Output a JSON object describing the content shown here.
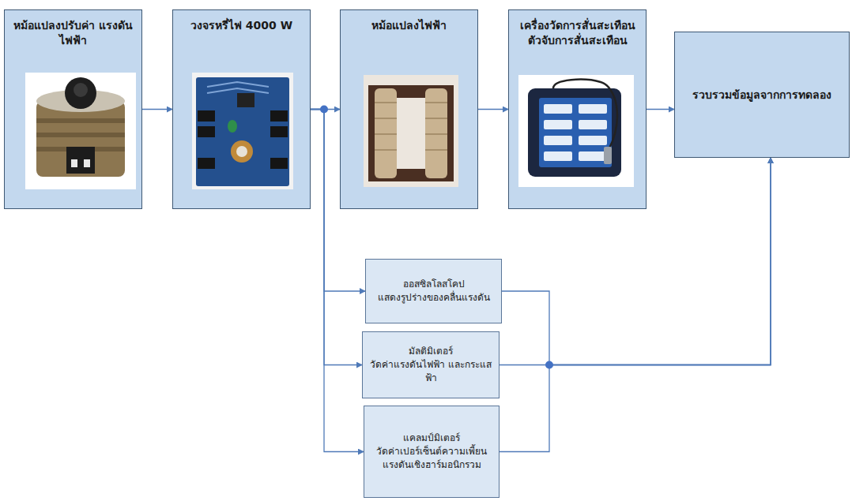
{
  "diagram": {
    "nodes": [
      {
        "text": [
          "หม้อแปลงปรับค่า แรงดันไฟฟ้า"
        ]
      },
      {
        "text": [
          "วงจรหรี่ไฟ 4000 W"
        ]
      },
      {
        "text": [
          "หม้อแปลงไฟฟ้า"
        ]
      },
      {
        "text": [
          "เครื่องวัดการสั่นสะเทือน",
          "ตัวจับการสั่นสะเทือน"
        ]
      },
      {
        "text": [
          "รวบรวมข้อมูลจากการทดลอง"
        ]
      },
      {
        "text": [
          "ออสซิลโลสโคป",
          "แสดงรูปร่างของคลื่นแรงดัน"
        ]
      },
      {
        "text": [
          "มัลติมิเตอร์",
          "วัดค่าแรงดันไฟฟ้า และกระแสฟ้า"
        ]
      },
      {
        "text": [
          "แคลมป์มิเตอร์",
          "วัดค่าเปอร์เซ็นต์ความเพี้ยน แรงดันเชิงฮาร์มอนิกรวม"
        ]
      }
    ],
    "edges": [
      {
        "from": 0,
        "to": 1,
        "arrow": "to"
      },
      {
        "from": 1,
        "to": 2,
        "arrow": "to"
      },
      {
        "from": 2,
        "to": 3,
        "arrow": "to"
      },
      {
        "from": 3,
        "to": 4,
        "arrow": "to"
      },
      {
        "from": 1,
        "to": 5,
        "arrow": "to"
      },
      {
        "from": 1,
        "to": 6,
        "arrow": "to"
      },
      {
        "from": 1,
        "to": 7,
        "arrow": "to"
      },
      {
        "from": 5,
        "to": 4,
        "arrow": "to"
      },
      {
        "from": 6,
        "to": 4,
        "arrow": "to"
      },
      {
        "from": 7,
        "to": 4,
        "arrow": "to"
      }
    ]
  }
}
